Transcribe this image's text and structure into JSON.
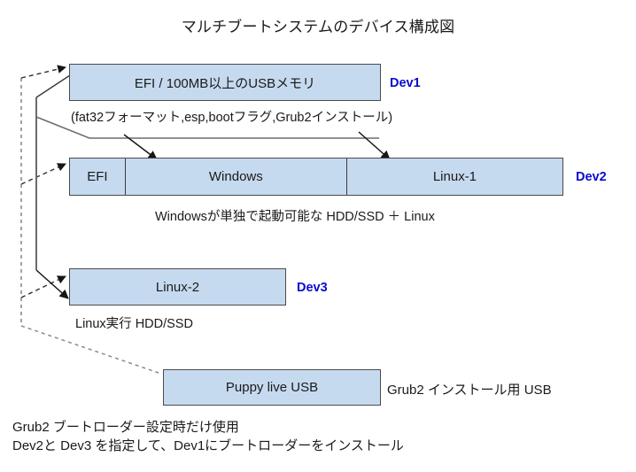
{
  "diagram": {
    "title": "マルチブートシステムのデバイス構成図",
    "colors": {
      "box_fill": "#c6daef",
      "box_border": "#4a4a4a",
      "device_label": "#0a0ad0",
      "solid_connector": "#222222",
      "dashed_connector": "#8a8a8a",
      "text": "#1a1a1a",
      "background": "#ffffff"
    },
    "nodes": [
      {
        "id": "dev1",
        "label": "EFI / 100MB以上のUSBメモリ",
        "device": "Dev1",
        "caption": "(fat32フォーマット,esp,bootフラグ,Grub2インストール)"
      },
      {
        "id": "dev2",
        "device": "Dev2",
        "partitions": [
          "EFI",
          "Windows",
          "Linux-1"
        ],
        "caption": "Windowsが単独で起動可能な HDD/SSD ＋ Linux"
      },
      {
        "id": "dev3",
        "label": "Linux-2",
        "device": "Dev3",
        "caption": "Linux実行 HDD/SSD"
      },
      {
        "id": "puppy",
        "label": "Puppy live USB",
        "sidenote": "Grub2 インストール用 USB"
      }
    ],
    "footer": {
      "line1": "Grub2 ブートローダー設定時だけ使用",
      "line2": "Dev2と Dev3 を指定して、Dev1にブートローダーをインストール"
    }
  }
}
